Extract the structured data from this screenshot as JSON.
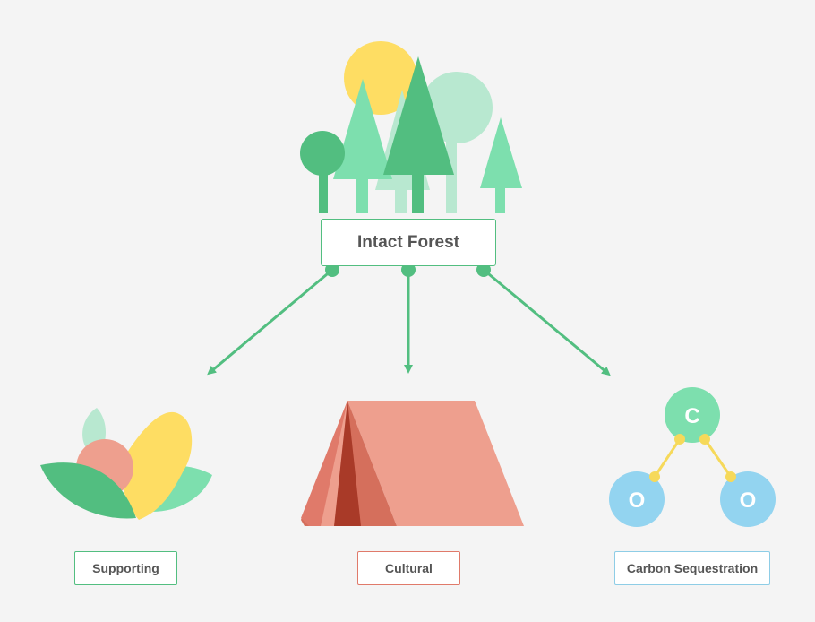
{
  "main_node": {
    "label": "Intact Forest"
  },
  "categories": [
    {
      "key": "supporting",
      "label": "Supporting"
    },
    {
      "key": "cultural",
      "label": "Cultural"
    },
    {
      "key": "carbon",
      "label": "Carbon Sequestration"
    }
  ],
  "molecule": {
    "center_atom": "C",
    "left_atom": "O",
    "right_atom": "O"
  },
  "icons": [
    "forest-icon",
    "plant-icon",
    "tent-icon",
    "co2-molecule-icon"
  ],
  "colors": {
    "background": "#f4f4f4",
    "green": "#52be80",
    "light_green": "#7ddfae",
    "pale_green": "#b8e8d0",
    "sun_yellow": "#fedd63",
    "salmon": "#ee9f8e",
    "coral_dark": "#d56f5c",
    "tent_dark": "#a93a28",
    "blue": "#93d4f0",
    "yellow_line": "#f6d95a"
  }
}
